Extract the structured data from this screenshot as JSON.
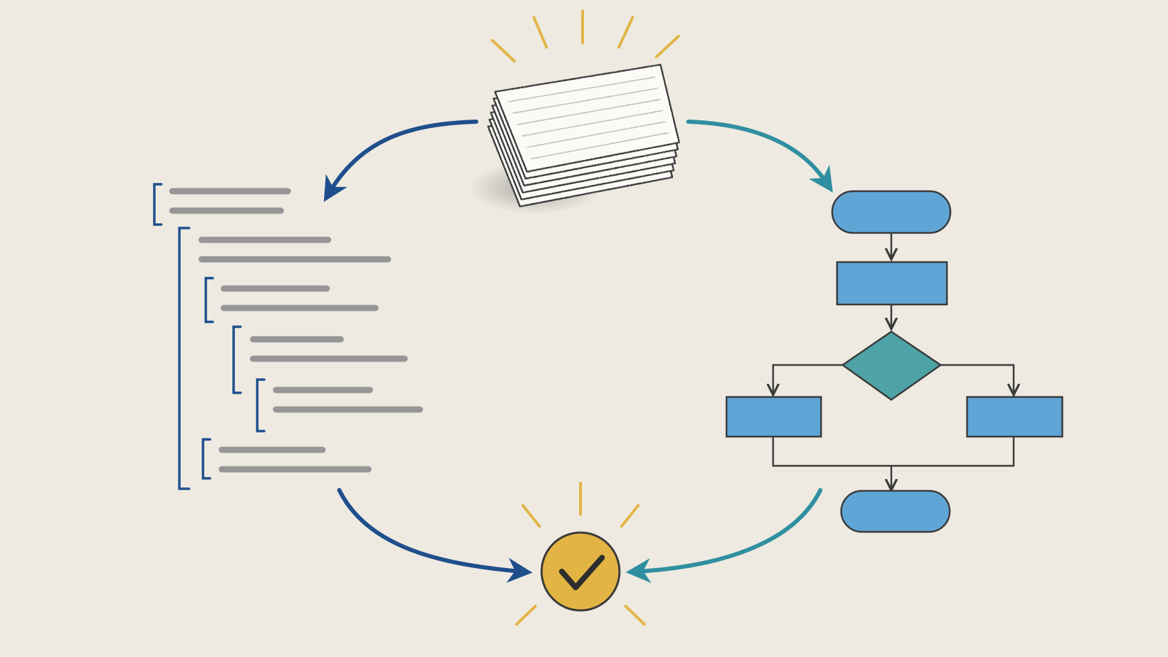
{
  "colors": {
    "paper": "#eeeae1",
    "navy": "#1f4e8c",
    "teal": "#2f8fa0",
    "flow_fill": "#5fa6d6",
    "decision_fill": "#4ea3a6",
    "outline": "#3a3a3a",
    "gold": "#e2b443",
    "ray": "#e3b546",
    "text_line": "#8e8e8e"
  },
  "illustration": {
    "source": {
      "icon": "index-card-stack-icon",
      "card_count": 6
    },
    "outline_panel": {
      "icon": "nested-outline-icon",
      "groups": [
        {
          "depth": 0,
          "lines": 2
        },
        {
          "depth": 1,
          "lines": 2
        },
        {
          "depth": 2,
          "lines": 2
        },
        {
          "depth": 3,
          "lines": 2
        },
        {
          "depth": 4,
          "lines": 2
        },
        {
          "depth": 2,
          "lines": 2
        }
      ]
    },
    "flowchart": {
      "icon": "flowchart-icon",
      "nodes": [
        {
          "id": "start",
          "shape": "terminator"
        },
        {
          "id": "step",
          "shape": "process"
        },
        {
          "id": "decision",
          "shape": "decision"
        },
        {
          "id": "branch-left",
          "shape": "process"
        },
        {
          "id": "branch-right",
          "shape": "process"
        },
        {
          "id": "end",
          "shape": "terminator"
        }
      ]
    },
    "result": {
      "icon": "checkmark-badge-icon"
    },
    "arrows": [
      {
        "from": "cards",
        "to": "outline",
        "color": "navy"
      },
      {
        "from": "cards",
        "to": "flowchart",
        "color": "teal"
      },
      {
        "from": "outline",
        "to": "check",
        "color": "navy"
      },
      {
        "from": "flowchart",
        "to": "check",
        "color": "teal"
      }
    ]
  }
}
